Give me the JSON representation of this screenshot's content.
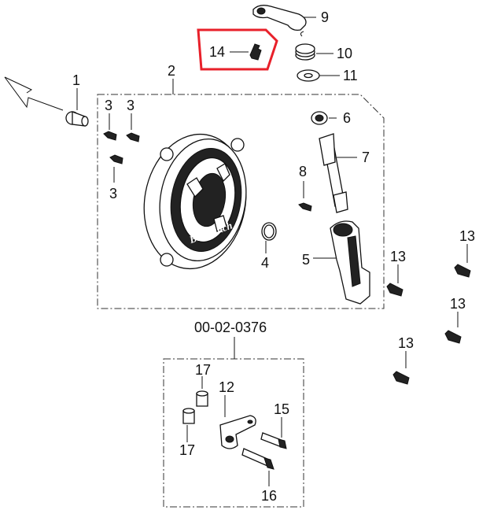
{
  "diagram": {
    "highlight_color": "#e8202a",
    "line_color": "#111111",
    "brand_logo_text": "BruClutch",
    "kit_part_number": "00-02-0376",
    "callouts": {
      "c1": "1",
      "c2": "2",
      "c3a": "3",
      "c3b": "3",
      "c3c": "3",
      "c4": "4",
      "c5": "5",
      "c6": "6",
      "c7": "7",
      "c8": "8",
      "c9": "9",
      "c10": "10",
      "c11": "11",
      "c13a": "13",
      "c13b": "13",
      "c13c": "13",
      "c13d": "13",
      "c14": "14",
      "c12": "12",
      "c15": "15",
      "c16": "16",
      "c17a": "17",
      "c17b": "17"
    }
  }
}
